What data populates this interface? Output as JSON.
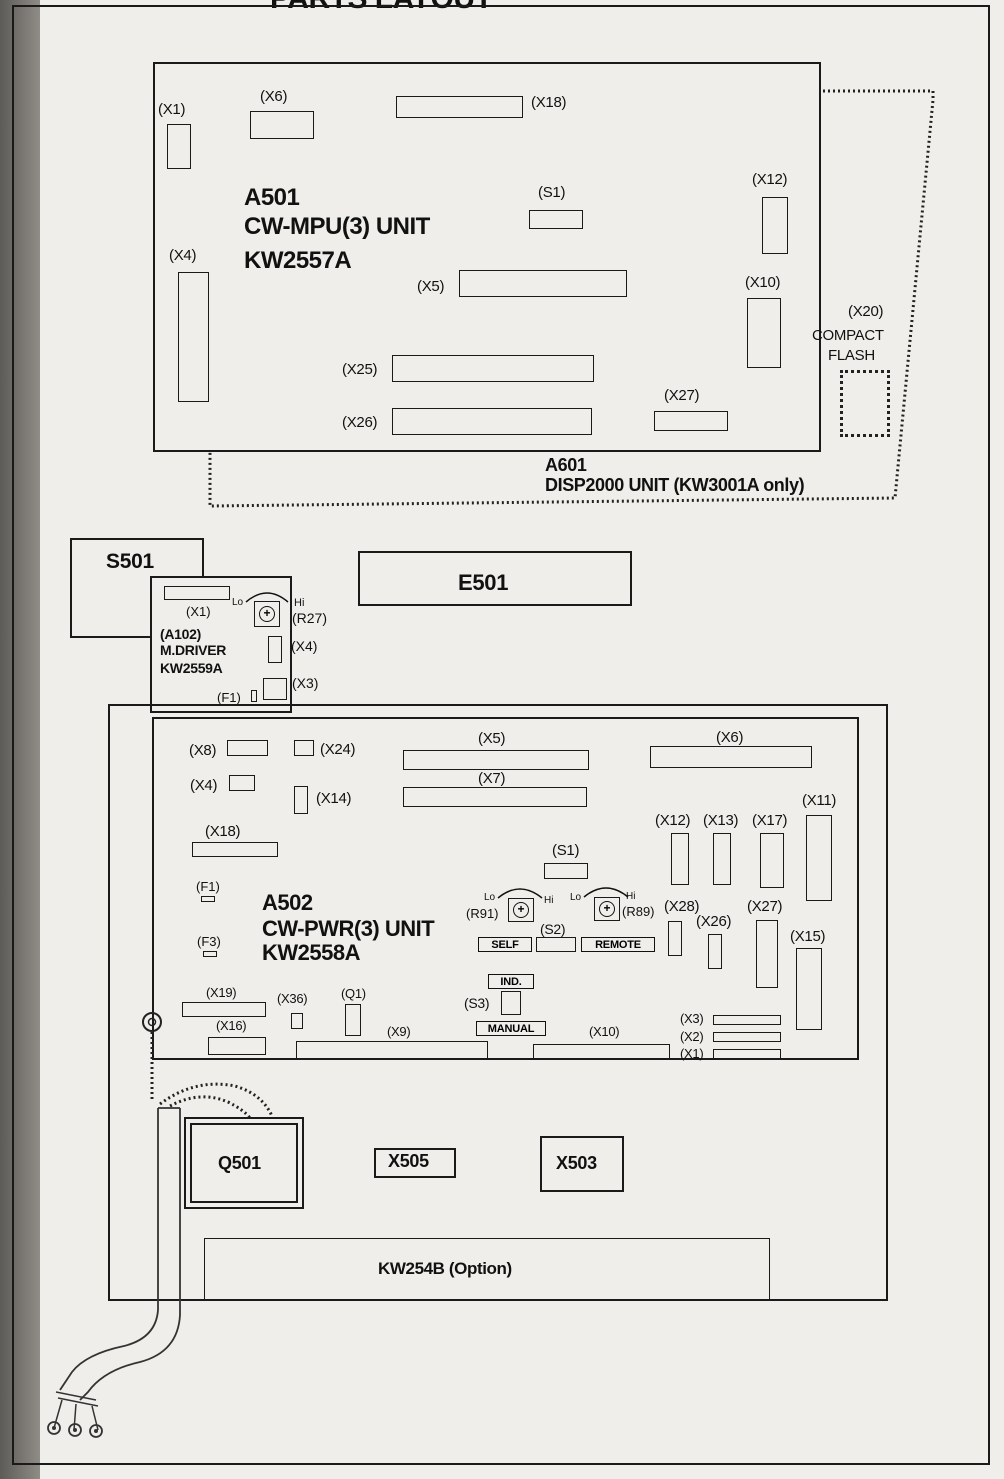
{
  "title": "PARTS LAYOUT",
  "mpu": {
    "ref": "A501",
    "name": "CW-MPU(3) UNIT",
    "part": "KW2557A",
    "connectors": {
      "x1": "(X1)",
      "x6": "(X6)",
      "x18": "(X18)",
      "s1": "(S1)",
      "x12": "(X12)",
      "x4": "(X4)",
      "x5": "(X5)",
      "x10": "(X10)",
      "x25": "(X25)",
      "x26": "(X26)",
      "x27": "(X27)"
    }
  },
  "compact_flash": {
    "ref": "(X20)",
    "line1": "COMPACT",
    "line2": "FLASH"
  },
  "disp": {
    "ref": "A601",
    "name": "DISP2000 UNIT (KW3001A only)"
  },
  "s501": "S501",
  "e501": "E501",
  "driver": {
    "x1": "(X1)",
    "ref": "(A102)",
    "name": "M.DRIVER",
    "part": "KW2559A",
    "lo": "Lo",
    "hi": "Hi",
    "r27": "(R27)",
    "x4": "(X4)",
    "x3": "(X3)",
    "f1": "(F1)"
  },
  "pwr": {
    "ref": "A502",
    "name": "CW-PWR(3) UNIT",
    "part": "KW2558A",
    "connectors": {
      "x8": "(X8)",
      "x24": "(X24)",
      "x5": "(X5)",
      "x6": "(X6)",
      "x4": "(X4)",
      "x7": "(X7)",
      "x14": "(X14)",
      "x11": "(X11)",
      "x18": "(X18)",
      "x12": "(X12)",
      "x13": "(X13)",
      "x17": "(X17)",
      "s1": "(S1)",
      "f1": "(F1)",
      "lo1": "Lo",
      "hi1": "Hi",
      "lo2": "Lo",
      "hi2": "Hi",
      "r91": "(R91)",
      "r89": "(R89)",
      "x28": "(X28)",
      "x27": "(X27)",
      "x26": "(X26)",
      "s2": "(S2)",
      "f3": "(F3)",
      "x15": "(X15)",
      "self": "SELF",
      "remote": "REMOTE",
      "ind": "IND.",
      "x19": "(X19)",
      "x36": "(X36)",
      "q1": "(Q1)",
      "s3": "(S3)",
      "x16": "(X16)",
      "x9": "(X9)",
      "manual": "MANUAL",
      "x10": "(X10)",
      "x3": "(X3)",
      "x2": "(X2)",
      "x1": "(X1)"
    }
  },
  "q501": "Q501",
  "x505": "X505",
  "x503": "X503",
  "option": "KW254B (Option)"
}
